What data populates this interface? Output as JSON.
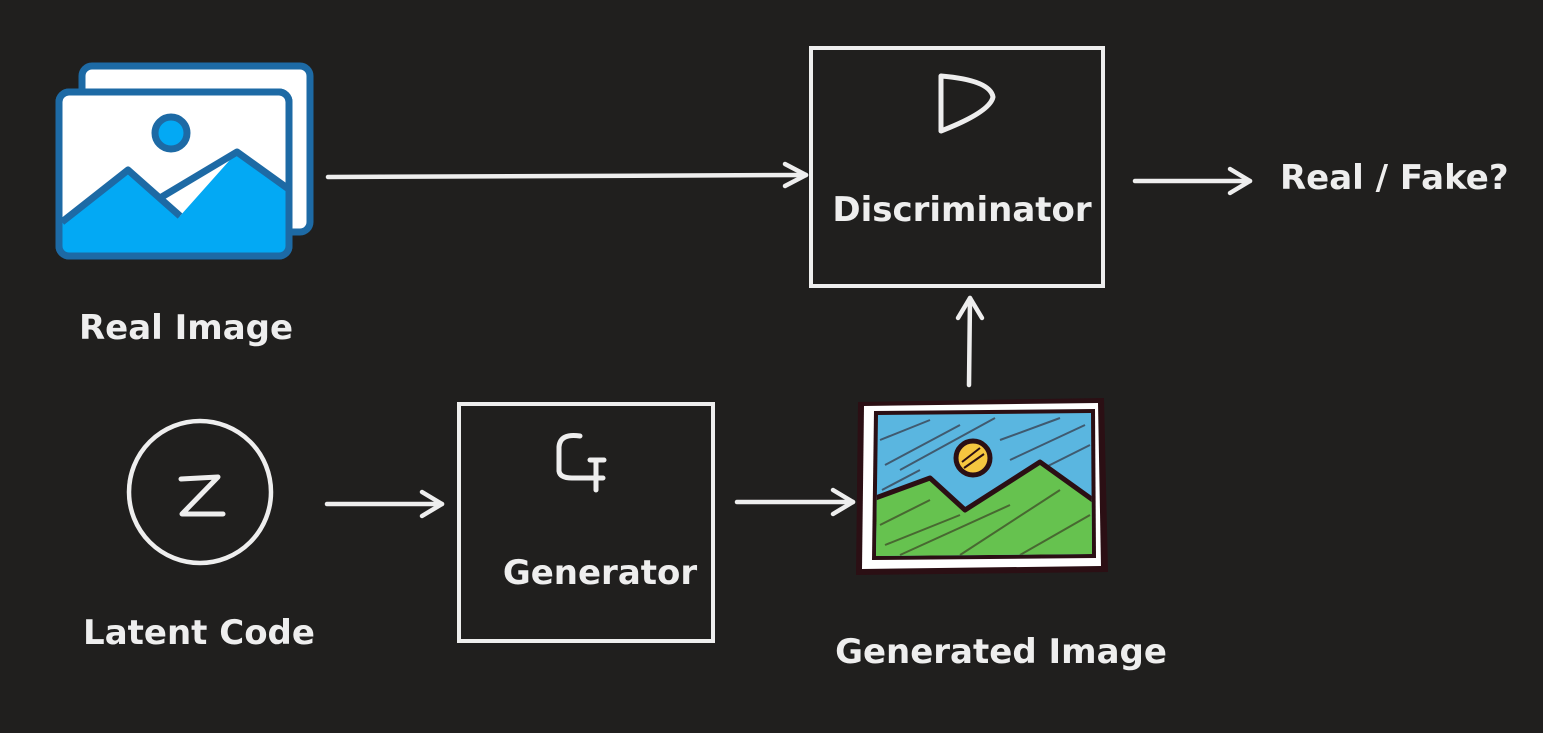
{
  "colors": {
    "background": "#201f1e",
    "stroke": "#eeeeee",
    "photo_icon_blue": "#03a9f4",
    "photo_icon_outline": "#1d6aa5",
    "sketch_sky": "#5ab6e0",
    "sketch_grass": "#66c24f",
    "sketch_sun": "#f5c640",
    "sketch_outline": "#2b0f14"
  },
  "real_image": {
    "label": "Real Image",
    "icon": "photo-gallery-icon"
  },
  "latent_code": {
    "label": "Latent Code",
    "symbol": "Z"
  },
  "generator": {
    "label": "Generator",
    "symbol": "G"
  },
  "generated_image": {
    "label": "Generated Image",
    "icon": "sketched-landscape-icon"
  },
  "discriminator": {
    "label": "Discriminator",
    "symbol": "D"
  },
  "output": {
    "label": "Real / Fake?"
  }
}
